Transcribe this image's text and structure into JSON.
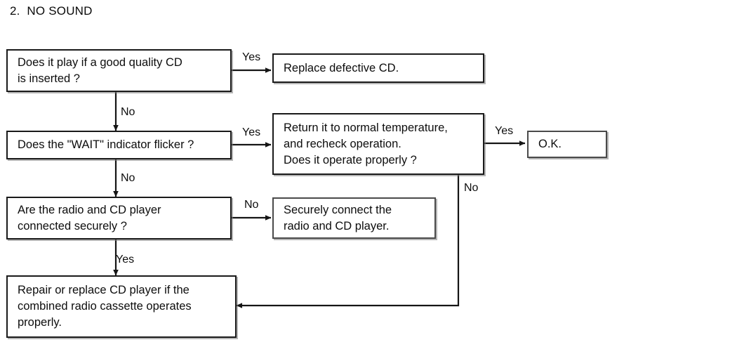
{
  "document": {
    "title": "2.  NO SOUND",
    "type": "troubleshooting-flowchart",
    "accent_color": "#1a1a1a",
    "background_color": "#ffffff"
  },
  "nodes": [
    {
      "id": "q1",
      "name": "question-good-quality-cd",
      "text": "Does it play if a good quality CD\nis inserted ?",
      "kind": "decision"
    },
    {
      "id": "a1",
      "name": "action-replace-defective-cd",
      "text": "Replace defective CD.",
      "kind": "action"
    },
    {
      "id": "q2",
      "name": "question-wait-indicator-flicker",
      "text": "Does the \"WAIT\" indicator flicker ?",
      "kind": "decision"
    },
    {
      "id": "a2",
      "name": "action-return-normal-temperature",
      "text": "Return it to normal temperature,\nand recheck operation.\nDoes it operate properly ?",
      "kind": "decision"
    },
    {
      "id": "ok",
      "name": "terminal-ok",
      "text": "O.K.",
      "kind": "terminal"
    },
    {
      "id": "q3",
      "name": "question-radio-cd-connected",
      "text": "Are the radio and CD player\nconnected securely ?",
      "kind": "decision"
    },
    {
      "id": "a3",
      "name": "action-securely-connect",
      "text": "Securely connect the\nradio and CD player.",
      "kind": "action"
    },
    {
      "id": "a4",
      "name": "action-repair-replace-cd-player",
      "text": "Repair or replace CD player if the\ncombined radio cassette operates\nproperly.",
      "kind": "action"
    }
  ],
  "edge_labels": {
    "q1_yes": "Yes",
    "q1_no": "No",
    "q2_yes": "Yes",
    "q2_no": "No",
    "a2_yes": "Yes",
    "a2_no": "No",
    "q3_no": "No",
    "q3_yes": "Yes"
  },
  "edges": [
    {
      "from": "q1",
      "to": "a1",
      "label": "Yes"
    },
    {
      "from": "q1",
      "to": "q2",
      "label": "No"
    },
    {
      "from": "q2",
      "to": "a2",
      "label": "Yes"
    },
    {
      "from": "q2",
      "to": "q3",
      "label": "No"
    },
    {
      "from": "a2",
      "to": "ok",
      "label": "Yes"
    },
    {
      "from": "a2",
      "to": "a4",
      "label": "No"
    },
    {
      "from": "q3",
      "to": "a3",
      "label": "No"
    },
    {
      "from": "q3",
      "to": "a4",
      "label": "Yes"
    }
  ]
}
